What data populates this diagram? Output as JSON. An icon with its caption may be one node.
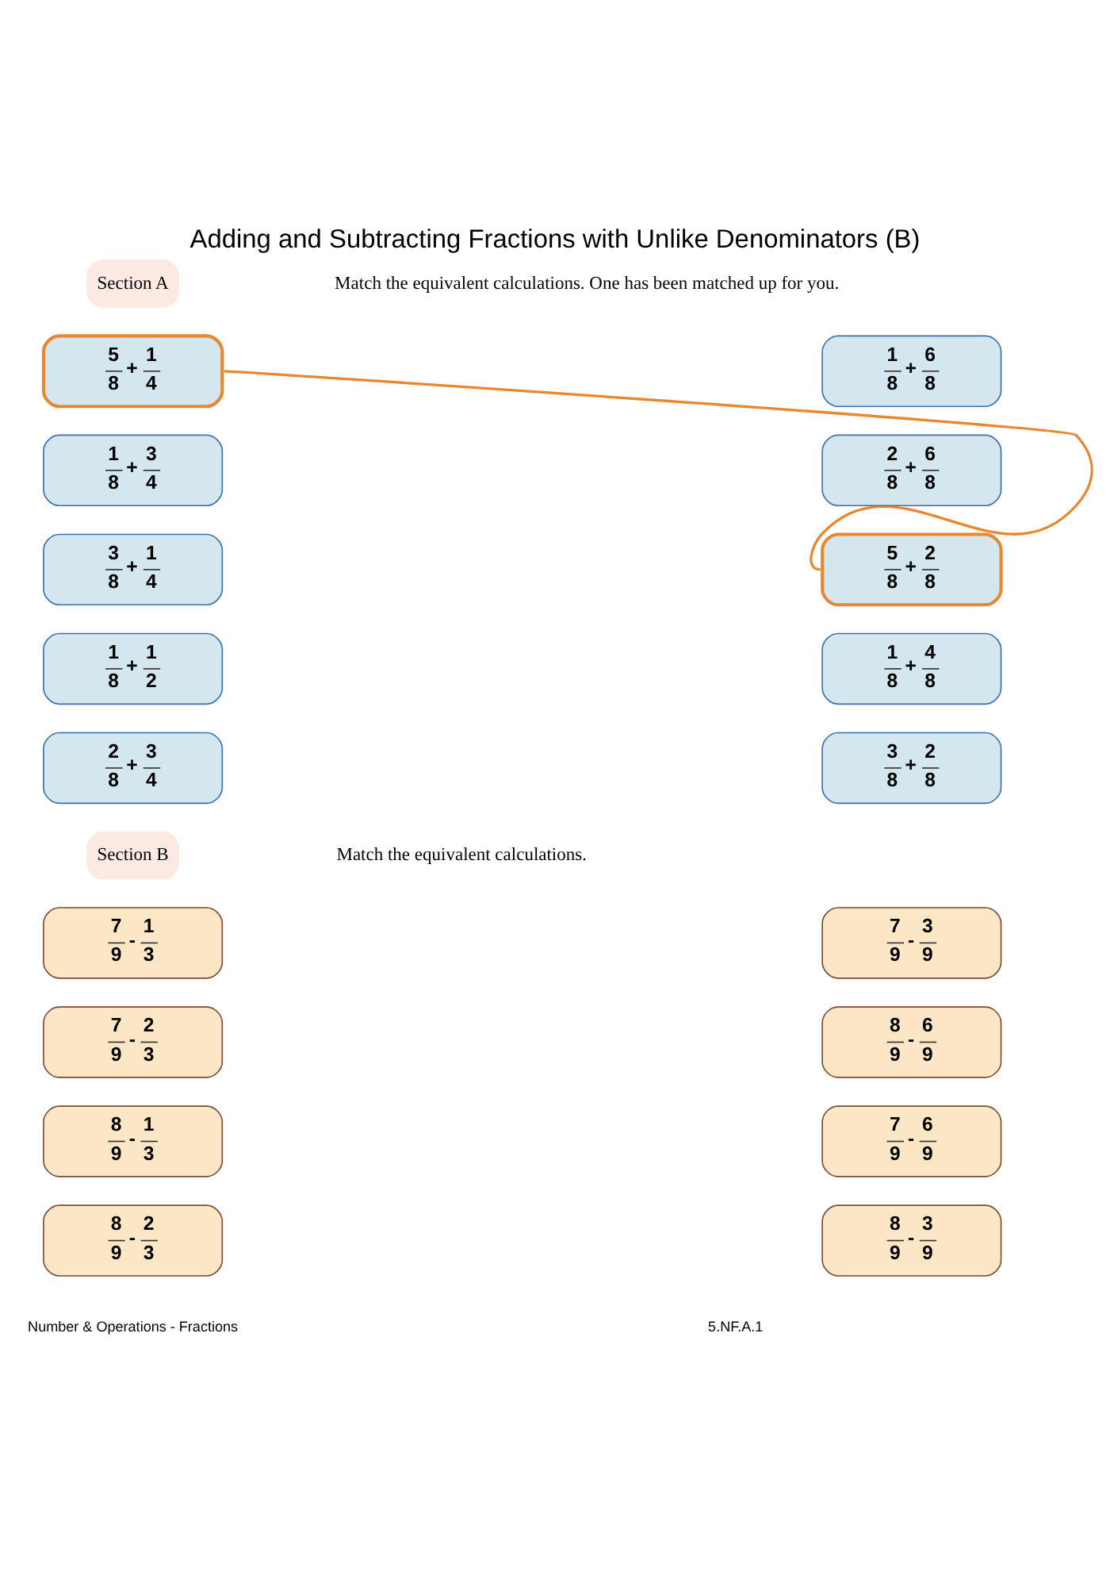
{
  "diagram": {
    "title": "Adding and Subtracting Fractions with Unlike Denominators (B)",
    "nodes": [
      {
        "text": [
          "Section A"
        ]
      },
      {
        "text": [
          "5",
          "8",
          "+",
          "1",
          "4"
        ]
      },
      {
        "text": [
          "1",
          "8",
          "+",
          "3",
          "4"
        ]
      },
      {
        "text": [
          "3",
          "8",
          "+",
          "1",
          "4"
        ]
      },
      {
        "text": [
          "1",
          "8",
          "+",
          "1",
          "2"
        ]
      },
      {
        "text": [
          "2",
          "8",
          "+",
          "3",
          "4"
        ]
      },
      {
        "text": [
          "1",
          "8",
          "+",
          "6",
          "8"
        ]
      },
      {
        "text": [
          "2",
          "8",
          "+",
          "6",
          "8"
        ]
      },
      {
        "text": [
          "5",
          "8",
          "+",
          "2",
          "8"
        ]
      },
      {
        "text": [
          "1",
          "8",
          "+",
          "4",
          "8"
        ]
      },
      {
        "text": [
          "3",
          "8",
          "+",
          "2",
          "8"
        ]
      },
      {
        "text": [
          "Section B"
        ]
      },
      {
        "text": [
          "7",
          "9",
          "-",
          "1",
          "3"
        ]
      },
      {
        "text": [
          "7",
          "9",
          "-",
          "2",
          "3"
        ]
      },
      {
        "text": [
          "8",
          "9",
          "-",
          "1",
          "3"
        ]
      },
      {
        "text": [
          "8",
          "9",
          "-",
          "2",
          "3"
        ]
      },
      {
        "text": [
          "7",
          "9",
          "-",
          "3",
          "9"
        ]
      },
      {
        "text": [
          "8",
          "9",
          "-",
          "6",
          "9"
        ]
      },
      {
        "text": [
          "7",
          "9",
          "-",
          "6",
          "9"
        ]
      },
      {
        "text": [
          "8",
          "9",
          "-",
          "3",
          "9"
        ]
      }
    ],
    "edges": [
      {
        "from": 1,
        "to": 8,
        "arrow": "none",
        "color": "#e8872f"
      }
    ],
    "labels": [
      "Match the equivalent calculations. One has been matched up for you.",
      "Match the equivalent calculations.",
      "Number & Operations - Fractions",
      "5.NF.A.1"
    ]
  }
}
